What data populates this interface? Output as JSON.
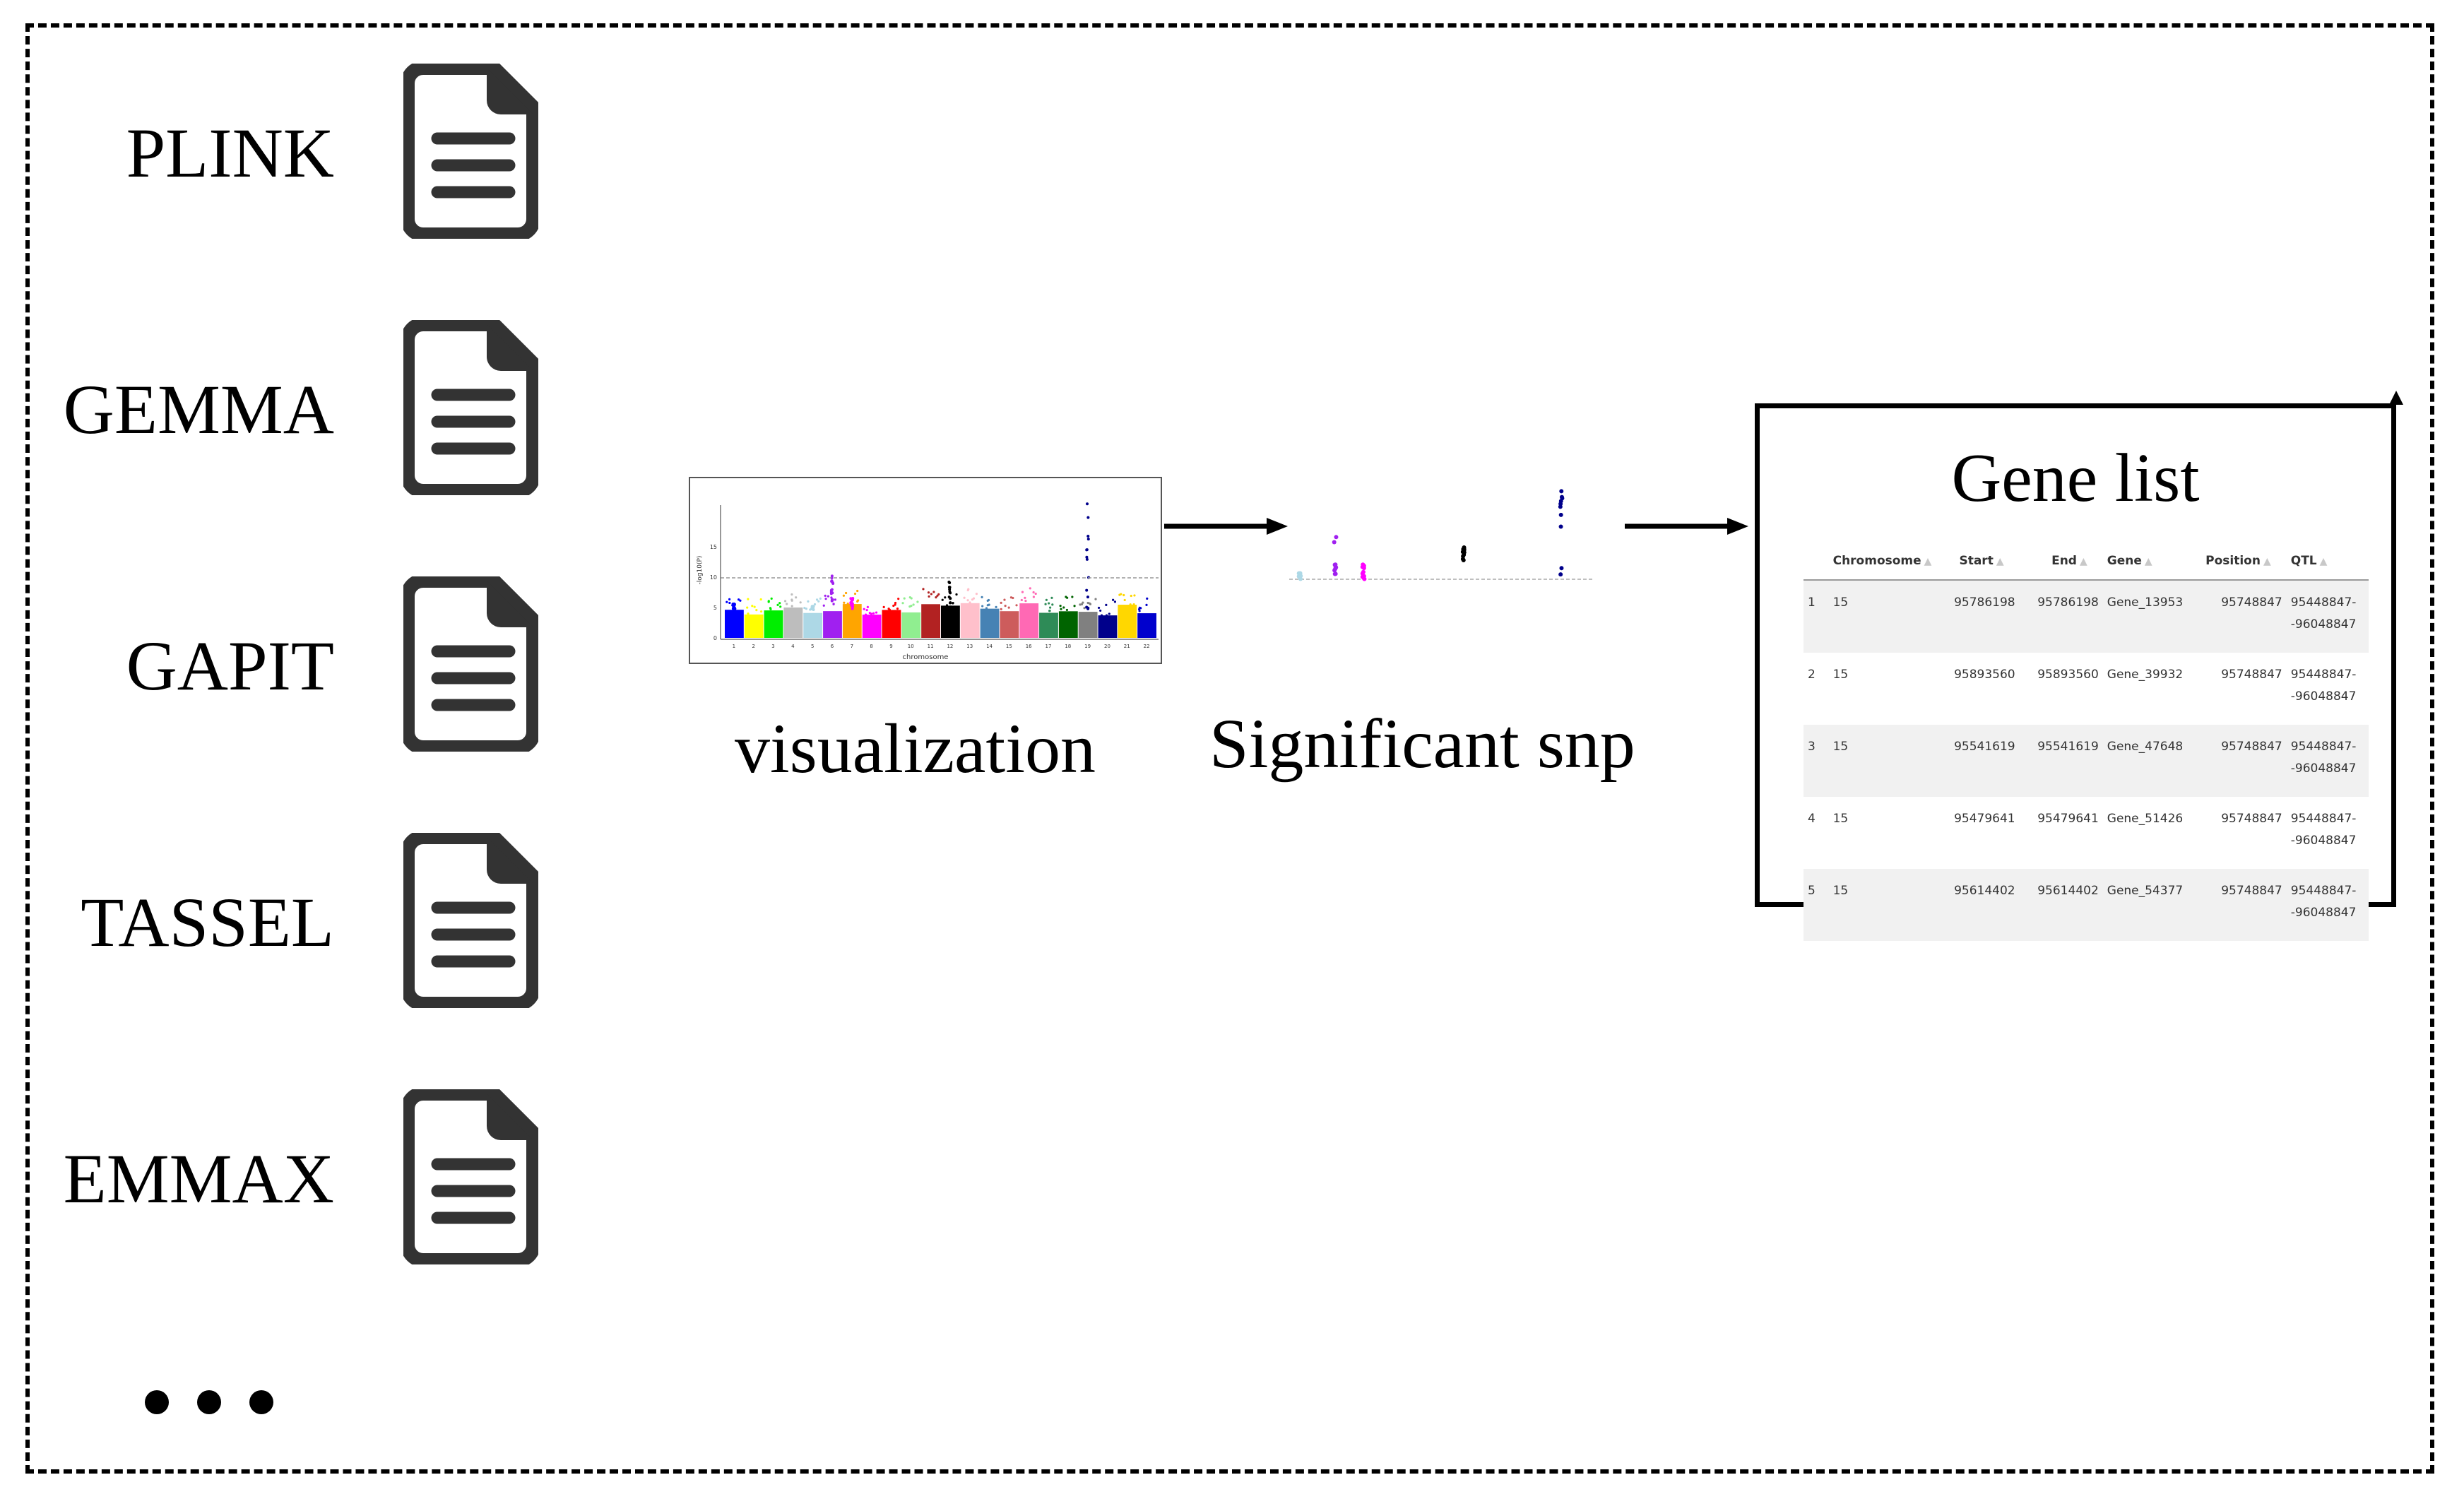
{
  "tools": [
    {
      "label": "PLINK"
    },
    {
      "label": "GEMMA"
    },
    {
      "label": "GAPIT"
    },
    {
      "label": "TASSEL"
    },
    {
      "label": "EMMAX"
    }
  ],
  "ellipsis": "•••",
  "visualization": {
    "caption": "visualization",
    "plot": {
      "ylabel": "-log10(P)",
      "xlabel": "chromosome",
      "yticks": [
        "0",
        "5",
        "10",
        "15"
      ],
      "chromosomes": [
        "1",
        "2",
        "3",
        "4",
        "5",
        "6",
        "7",
        "8",
        "9",
        "10",
        "11",
        "12",
        "13",
        "14",
        "15",
        "16",
        "17",
        "18",
        "19",
        "20",
        "21",
        "22"
      ],
      "colors": [
        "#0000ff",
        "#ffff00",
        "#00ee00",
        "#bdbdbd",
        "#add8e6",
        "#a020f0",
        "#ffa500",
        "#ff00ff",
        "#ff0000",
        "#90ee90",
        "#b22222",
        "#000000",
        "#ffc0cb",
        "#4682b4",
        "#cd5c5c",
        "#ff69b4",
        "#2e8b57",
        "#006400",
        "#808080",
        "#00008b",
        "#ffd700",
        "#0000cd"
      ]
    }
  },
  "significant": {
    "caption": "Significant snp"
  },
  "gene_list": {
    "title": "Gene list",
    "columns": [
      "",
      "Chromosome",
      "Start",
      "End",
      "Gene",
      "Position",
      "QTL"
    ],
    "rows": [
      {
        "idx": "1",
        "chromosome": "15",
        "start": "95786198",
        "end": "95786198",
        "gene": "Gene_13953",
        "position": "95748847",
        "qtl1": "95448847-",
        "qtl2": "-96048847"
      },
      {
        "idx": "2",
        "chromosome": "15",
        "start": "95893560",
        "end": "95893560",
        "gene": "Gene_39932",
        "position": "95748847",
        "qtl1": "95448847-",
        "qtl2": "-96048847"
      },
      {
        "idx": "3",
        "chromosome": "15",
        "start": "95541619",
        "end": "95541619",
        "gene": "Gene_47648",
        "position": "95748847",
        "qtl1": "95448847-",
        "qtl2": "-96048847"
      },
      {
        "idx": "4",
        "chromosome": "15",
        "start": "95479641",
        "end": "95479641",
        "gene": "Gene_51426",
        "position": "95748847",
        "qtl1": "95448847-",
        "qtl2": "-96048847"
      },
      {
        "idx": "5",
        "chromosome": "15",
        "start": "95614402",
        "end": "95614402",
        "gene": "Gene_54377",
        "position": "95748847",
        "qtl1": "95448847-",
        "qtl2": "-96048847"
      }
    ]
  }
}
